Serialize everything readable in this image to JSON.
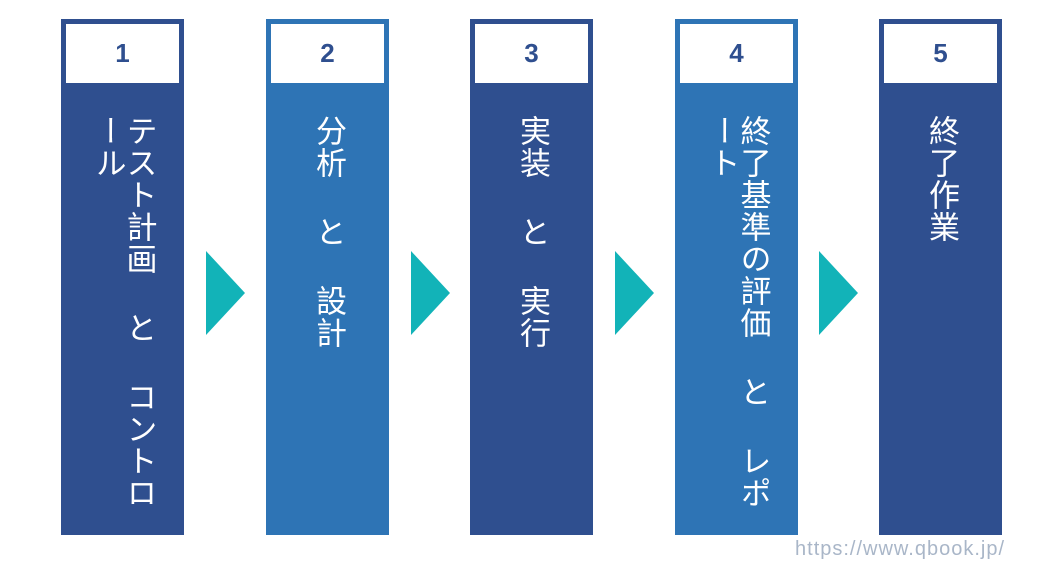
{
  "steps": [
    {
      "number": "1",
      "label": "テスト計画 と コントロール",
      "color": "#2f4f8f"
    },
    {
      "number": "2",
      "label": "分析 と 設計",
      "color": "#2e74b5"
    },
    {
      "number": "3",
      "label": "実装 と 実行",
      "color": "#2f4f8f"
    },
    {
      "number": "4",
      "label": "終了基準の評価 と レポート",
      "color": "#2e74b5"
    },
    {
      "number": "5",
      "label": "終了作業",
      "color": "#2f4f8f"
    }
  ],
  "arrow_color": "#12b3b8",
  "watermark": "https://www.qbook.jp/"
}
